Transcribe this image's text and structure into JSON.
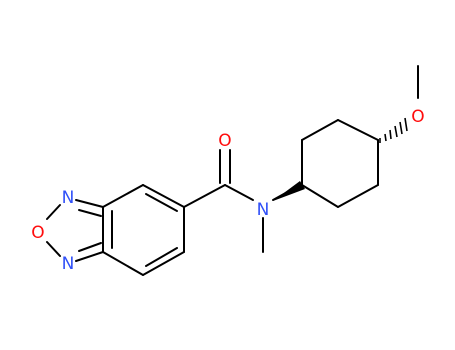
{
  "colors": {
    "bond": "#000000",
    "oxygen": "#ff0d0d",
    "nitrogen": "#3050f8",
    "background": "#ffffff"
  },
  "atoms": {
    "carbonyl_oxygen": "O",
    "amide_nitrogen": "N",
    "methoxy_oxygen": "O",
    "ring_oxygen": "O",
    "ring_nitrogen_top": "N",
    "ring_nitrogen_bottom": "N"
  }
}
